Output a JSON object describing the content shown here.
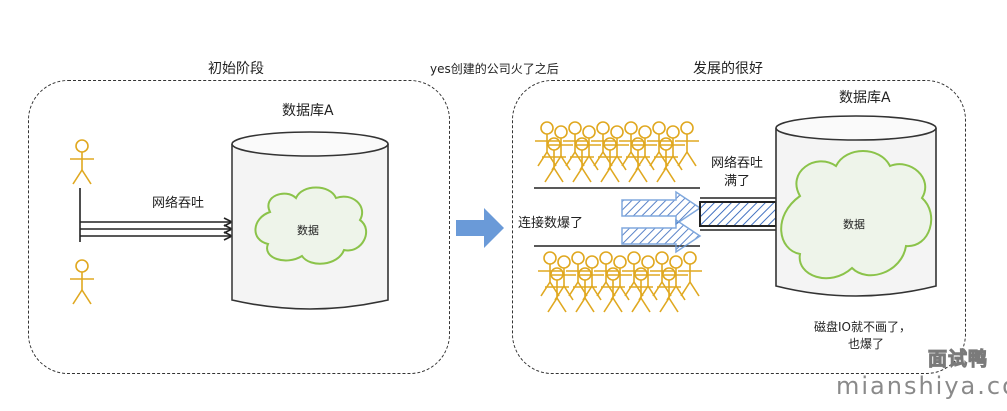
{
  "left": {
    "title": "初始阶段",
    "db_label": "数据库A",
    "data_label": "数据",
    "throughput_label": "网络吞吐"
  },
  "transition": {
    "label": "yes创建的公司火了之后"
  },
  "right": {
    "title": "发展的很好",
    "db_label": "数据库A",
    "data_label": "数据",
    "throughput_full_line1": "网络吞吐",
    "throughput_full_line2": "满了",
    "connections_label": "连接数爆了",
    "disk_label_line1": "磁盘IO就不画了，",
    "disk_label_line2": "也爆了"
  },
  "watermark": {
    "cn": "面试鸭",
    "en": "mianshiya.com"
  },
  "colors": {
    "person": "#e0a820",
    "cloud": "#8bc34a",
    "arrow_fill": "#6a9ad8",
    "pipe_fill": "#6f94d6"
  }
}
